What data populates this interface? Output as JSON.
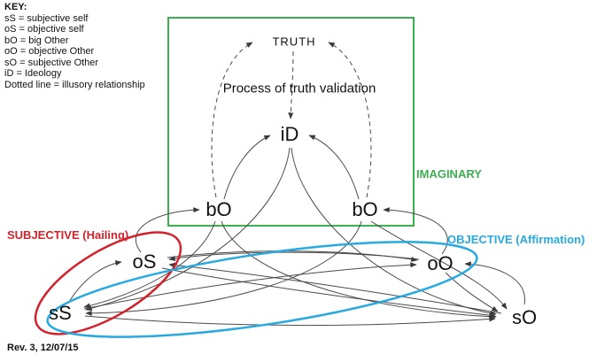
{
  "key": {
    "title": "KEY:",
    "entries": [
      "sS  = subjective self",
      "oS  = objective self",
      "bO = big Other",
      "oO = objective Other",
      "sO = subjective Other",
      "iD  = Ideology",
      "Dotted line = illusory relationship"
    ]
  },
  "diagram": {
    "truth_label": "TRUTH",
    "process_label": "Process of truth validation",
    "nodes": {
      "iD": "iD",
      "bO_left": "bO",
      "bO_right": "bO",
      "oS": "oS",
      "oO": "oO",
      "sS": "sS",
      "sO": "sO"
    },
    "regions": {
      "imaginary": {
        "label": "IMAGINARY",
        "color": "#3eae51",
        "shape": "rectangle"
      },
      "subjective": {
        "label": "SUBJECTIVE (Hailing)",
        "color": "#d2232c",
        "shape": "ellipse"
      },
      "objective": {
        "label": "OBJECTIVE (Affirmation)",
        "color": "#27aae1",
        "shape": "ellipse"
      }
    },
    "edges": [
      {
        "from": "bO_left",
        "to": "TRUTH",
        "line": "dashed"
      },
      {
        "from": "bO_right",
        "to": "TRUTH",
        "line": "dashed"
      },
      {
        "from": "TRUTH",
        "to": "iD",
        "line": "dashed"
      },
      {
        "from": "bO_left",
        "to": "iD",
        "line": "solid"
      },
      {
        "from": "bO_right",
        "to": "iD",
        "line": "solid"
      },
      {
        "from": "oS",
        "to": "bO_left",
        "line": "solid"
      },
      {
        "from": "oO",
        "to": "bO_right",
        "line": "solid"
      },
      {
        "from": "iD",
        "to": "sS",
        "line": "solid"
      },
      {
        "from": "iD",
        "to": "sO",
        "line": "solid"
      },
      {
        "from": "bO_left",
        "to": "sS",
        "line": "solid"
      },
      {
        "from": "bO_left",
        "to": "sO",
        "line": "solid"
      },
      {
        "from": "bO_right",
        "to": "sS",
        "line": "solid"
      },
      {
        "from": "bO_right",
        "to": "sO",
        "line": "solid"
      },
      {
        "from": "sS",
        "to": "oS",
        "line": "solid"
      },
      {
        "from": "oO",
        "to": "oS",
        "line": "solid"
      },
      {
        "from": "sO",
        "to": "oS",
        "line": "solid"
      },
      {
        "from": "oS",
        "to": "oO",
        "line": "solid"
      },
      {
        "from": "sS",
        "to": "oO",
        "line": "solid"
      },
      {
        "from": "sO",
        "to": "oO",
        "line": "solid"
      },
      {
        "from": "oS",
        "to": "sO",
        "line": "solid"
      },
      {
        "from": "sS",
        "to": "sO",
        "line": "solid"
      },
      {
        "from": "oO",
        "to": "sO",
        "line": "solid"
      }
    ]
  },
  "footer": {
    "revision": "Rev. 3, 12/07/15"
  },
  "colors": {
    "imaginary_green": "#3eae51",
    "subjective_red": "#d2232c",
    "objective_blue": "#27aae1",
    "edge_gray": "#4a4a4a"
  }
}
